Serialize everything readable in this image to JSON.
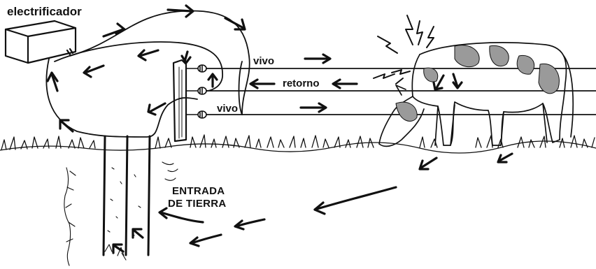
{
  "labels": {
    "device": "electrificador",
    "live_top": "vivo",
    "return": "retorno",
    "live_bottom": "vivo",
    "ground_line1": "ENTRADA",
    "ground_line2": "DE TIERRA"
  },
  "colors": {
    "ink": "#111111",
    "cow_patch": "#9a9a9a",
    "background": "#ffffff"
  },
  "icons": {
    "spark": "lightning-bolt-icon",
    "flow": "arrow-icon"
  }
}
